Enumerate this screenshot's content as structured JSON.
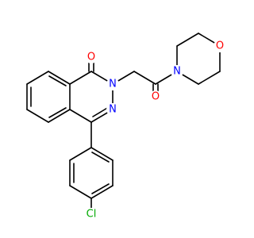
{
  "molecule": {
    "atoms": {
      "o_carbonyl_top": {
        "symbol": "O",
        "color": "#ff0000"
      },
      "n_ring": {
        "symbol": "N",
        "color": "#0000ff"
      },
      "n_ring_lower": {
        "symbol": "N",
        "color": "#0000ff"
      },
      "n_morpholine": {
        "symbol": "N",
        "color": "#0000ff"
      },
      "o_morpholine": {
        "symbol": "O",
        "color": "#ff0000"
      },
      "o_amide": {
        "symbol": "O",
        "color": "#ff0000"
      },
      "cl": {
        "symbol": "Cl",
        "color": "#00aa00"
      }
    }
  }
}
